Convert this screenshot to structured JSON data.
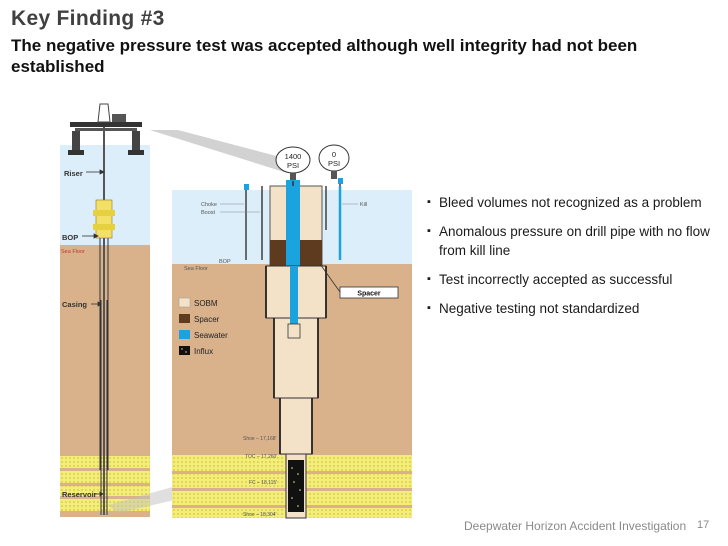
{
  "heading": {
    "title": "Key Finding #3",
    "subtitle": "The negative pressure test was accepted although well integrity had not been established"
  },
  "left_diagram": {
    "riser": "Riser",
    "bop": "BOP",
    "sea_floor": "Sea Floor",
    "casing": "Casing",
    "reservoir": "Reservoir"
  },
  "right_diagram": {
    "gauge_drill_pipe": {
      "value": "1400",
      "unit": "PSI"
    },
    "gauge_kill": {
      "value": "0",
      "unit": "PSI"
    },
    "choke": "Choke",
    "boost": "Boost",
    "kill": "Kill",
    "bop": "BOP",
    "sea_floor": "Sea Floor",
    "spacer_callout": "Spacer",
    "shoe_upper": "Shoe – 17,168'",
    "toc": "TOC – 17,260'",
    "fc": "FC – 18,115'",
    "shoe_lower": "Shoe – 18,304'"
  },
  "legend": {
    "items": [
      {
        "label": "SOBM",
        "color": "#f3e2c7"
      },
      {
        "label": "Spacer",
        "color": "#5e3a1f"
      },
      {
        "label": "Seawater",
        "color": "#1aa3df"
      },
      {
        "label": "Influx",
        "color": "#111111"
      }
    ]
  },
  "bullets": [
    "Bleed volumes not recognized as a problem",
    "Anomalous pressure on drill pipe with no flow from kill line",
    "Test incorrectly accepted as successful",
    "Negative testing not standardized"
  ],
  "footer": {
    "text": "Deepwater Horizon Accident Investigation",
    "page": "17"
  },
  "colors": {
    "sea": "#dceefa",
    "rock": "#d9b28c",
    "reservoir": "#f4ee77",
    "sobm": "#f3e2c7",
    "spacer": "#5e3a1f",
    "seawater": "#1aa3df"
  }
}
